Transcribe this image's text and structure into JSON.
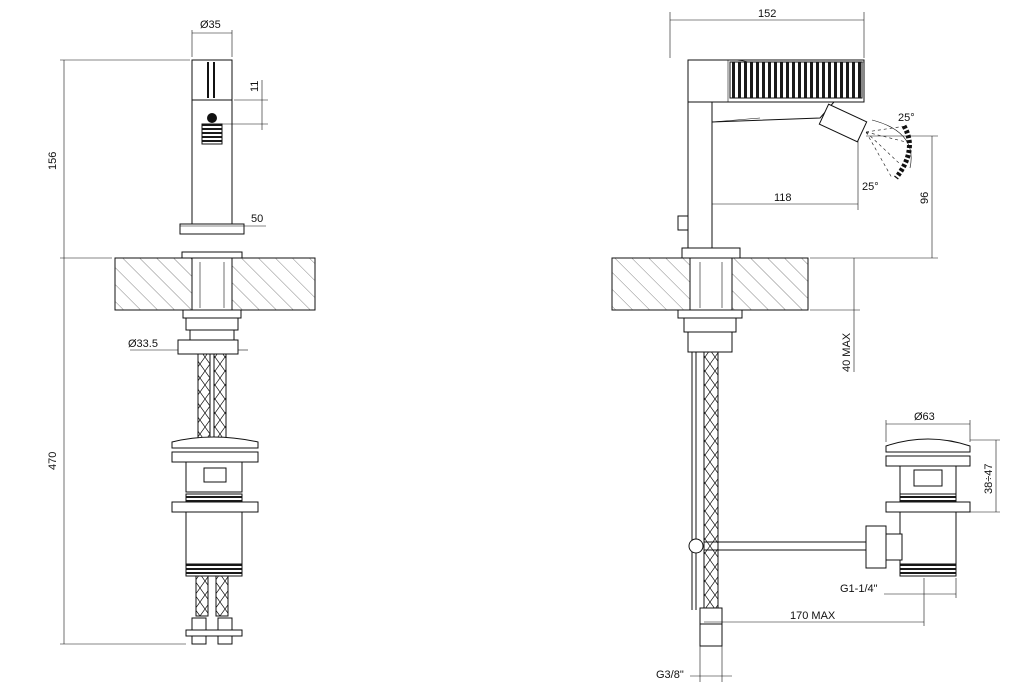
{
  "front_view": {
    "dim_diameter_top": "Ø35",
    "dim_height": "156",
    "dim_offset": "11",
    "dim_width_base": "50",
    "dim_diameter_shank": "Ø33.5",
    "dim_total_hose": "470"
  },
  "side_view": {
    "dim_length": "152",
    "dim_spout_reach": "118",
    "dim_spout_height": "96",
    "angle_up": "25°",
    "angle_down": "25°",
    "dim_thickness": "40 MAX",
    "dim_waste_diameter": "Ø63",
    "dim_waste_height": "38÷47",
    "dim_waste_thread": "G1-1/4\"",
    "dim_rod_length": "170 MAX",
    "dim_hose_thread": "G3/8\""
  }
}
